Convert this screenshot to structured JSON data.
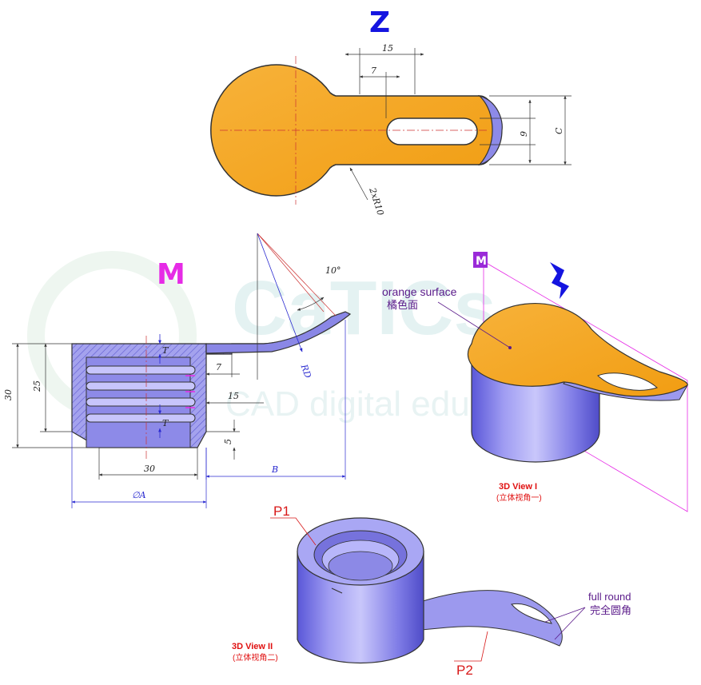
{
  "views": {
    "top_label": "Z",
    "front_label": "M",
    "iso_marker_m": "M",
    "iso_marker_z": "Z"
  },
  "watermark": {
    "main": "CaTICs",
    "sub": "CAD digital education"
  },
  "top_view_dims": {
    "d15": "15",
    "d7": "7",
    "d9": "9",
    "dC": "C",
    "dR": "2xR10"
  },
  "front_view_dims": {
    "d30h": "30",
    "d25": "25",
    "dT1": "T",
    "dT2": "T",
    "d7": "7",
    "d15": "15",
    "d5": "5",
    "d30w": "30",
    "dB": "B",
    "dA": "∅A",
    "angle": "10°",
    "rd": "RD"
  },
  "iso1": {
    "note_en": "orange surface",
    "note_cn": "橘色面",
    "caption": "3D View I",
    "caption_cn": "(立体视角一)"
  },
  "iso2": {
    "p1": "P1",
    "p2": "P2",
    "note_en": "full round",
    "note_cn": "完全圆角",
    "caption": "3D View II",
    "caption_cn": "(立体视角二)"
  },
  "colors": {
    "orange": "#F5A623",
    "purple": "#8A87E6",
    "blue_letter": "#1414E0",
    "magenta_letter": "#E62BE6",
    "dim_line": "#333333"
  }
}
